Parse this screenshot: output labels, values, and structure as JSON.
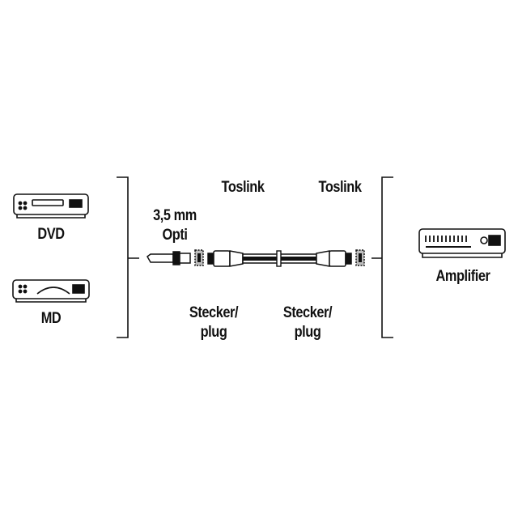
{
  "devices": {
    "dvd": {
      "label": "DVD",
      "icon": "dvd-player-icon"
    },
    "md": {
      "label": "MD",
      "icon": "minidisc-player-icon"
    },
    "amplifier": {
      "label": "Amplifier",
      "icon": "amplifier-icon"
    }
  },
  "cable": {
    "left_end": {
      "type_line1": "3,5 mm",
      "type_line2": "Opti",
      "label_line1": "Stecker/",
      "label_line2": "plug"
    },
    "middle_connector": {
      "type": "Toslink",
      "label_line1": "Stecker/",
      "label_line2": "plug"
    },
    "right_connector": {
      "type": "Toslink"
    }
  },
  "colors": {
    "line": "#111111",
    "background": "#ffffff",
    "fill_gray": "#bdbdbd"
  }
}
